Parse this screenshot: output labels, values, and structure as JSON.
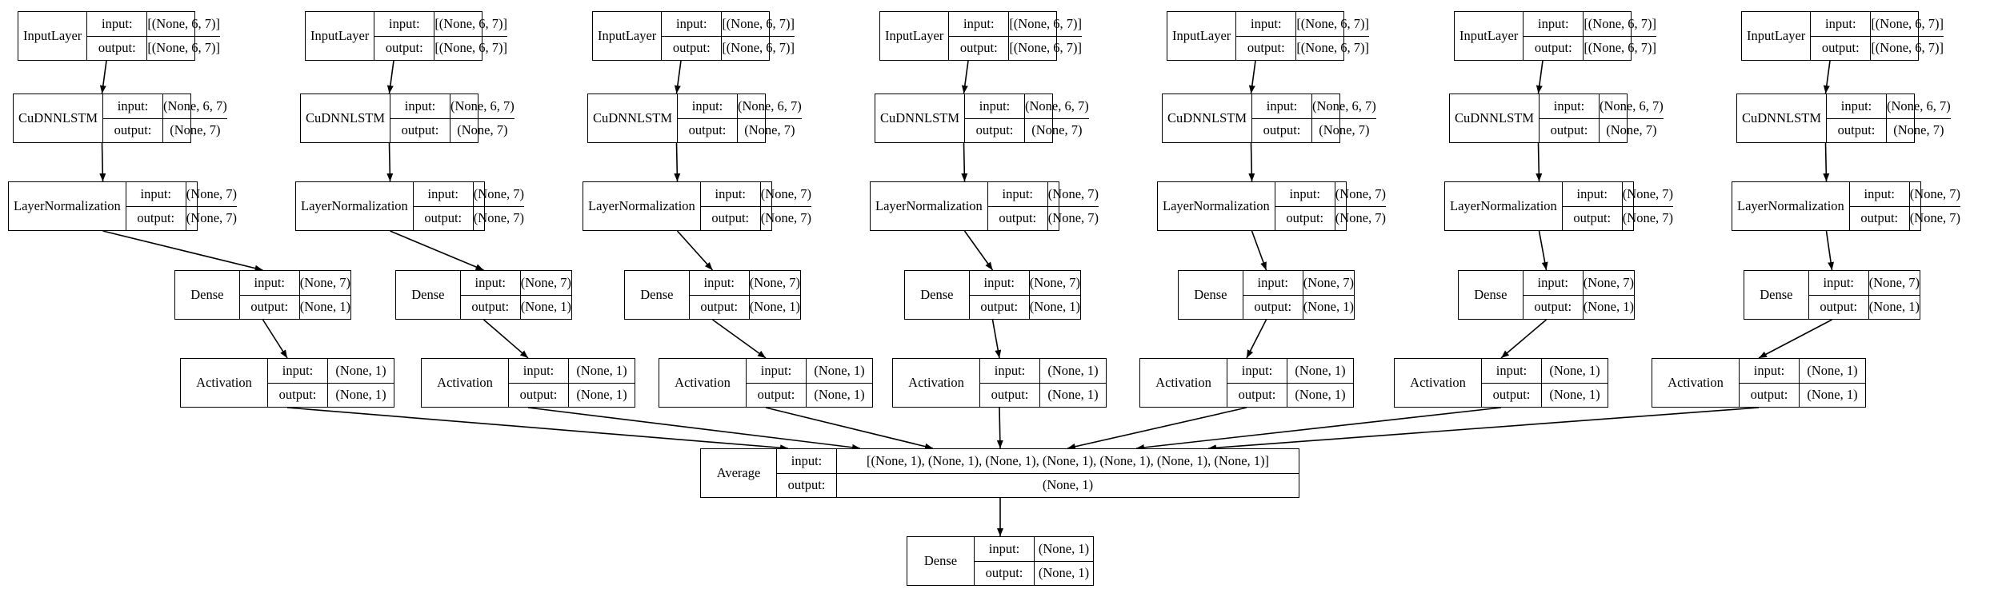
{
  "labels": {
    "input": "input:",
    "output": "output:"
  },
  "columns": [
    {
      "input_layer": {
        "name": "InputLayer",
        "input": "[(None, 6, 7)]",
        "output": "[(None, 6, 7)]"
      },
      "lstm": {
        "name": "CuDNNLSTM",
        "input": "(None, 6, 7)",
        "output": "(None, 7)"
      },
      "norm": {
        "name": "LayerNormalization",
        "input": "(None, 7)",
        "output": "(None, 7)"
      },
      "dense": {
        "name": "Dense",
        "input": "(None, 7)",
        "output": "(None, 1)"
      },
      "activation": {
        "name": "Activation",
        "input": "(None, 1)",
        "output": "(None, 1)"
      }
    },
    {
      "input_layer": {
        "name": "InputLayer",
        "input": "[(None, 6, 7)]",
        "output": "[(None, 6, 7)]"
      },
      "lstm": {
        "name": "CuDNNLSTM",
        "input": "(None, 6, 7)",
        "output": "(None, 7)"
      },
      "norm": {
        "name": "LayerNormalization",
        "input": "(None, 7)",
        "output": "(None, 7)"
      },
      "dense": {
        "name": "Dense",
        "input": "(None, 7)",
        "output": "(None, 1)"
      },
      "activation": {
        "name": "Activation",
        "input": "(None, 1)",
        "output": "(None, 1)"
      }
    },
    {
      "input_layer": {
        "name": "InputLayer",
        "input": "[(None, 6, 7)]",
        "output": "[(None, 6, 7)]"
      },
      "lstm": {
        "name": "CuDNNLSTM",
        "input": "(None, 6, 7)",
        "output": "(None, 7)"
      },
      "norm": {
        "name": "LayerNormalization",
        "input": "(None, 7)",
        "output": "(None, 7)"
      },
      "dense": {
        "name": "Dense",
        "input": "(None, 7)",
        "output": "(None, 1)"
      },
      "activation": {
        "name": "Activation",
        "input": "(None, 1)",
        "output": "(None, 1)"
      }
    },
    {
      "input_layer": {
        "name": "InputLayer",
        "input": "[(None, 6, 7)]",
        "output": "[(None, 6, 7)]"
      },
      "lstm": {
        "name": "CuDNNLSTM",
        "input": "(None, 6, 7)",
        "output": "(None, 7)"
      },
      "norm": {
        "name": "LayerNormalization",
        "input": "(None, 7)",
        "output": "(None, 7)"
      },
      "dense": {
        "name": "Dense",
        "input": "(None, 7)",
        "output": "(None, 1)"
      },
      "activation": {
        "name": "Activation",
        "input": "(None, 1)",
        "output": "(None, 1)"
      }
    },
    {
      "input_layer": {
        "name": "InputLayer",
        "input": "[(None, 6, 7)]",
        "output": "[(None, 6, 7)]"
      },
      "lstm": {
        "name": "CuDNNLSTM",
        "input": "(None, 6, 7)",
        "output": "(None, 7)"
      },
      "norm": {
        "name": "LayerNormalization",
        "input": "(None, 7)",
        "output": "(None, 7)"
      },
      "dense": {
        "name": "Dense",
        "input": "(None, 7)",
        "output": "(None, 1)"
      },
      "activation": {
        "name": "Activation",
        "input": "(None, 1)",
        "output": "(None, 1)"
      }
    },
    {
      "input_layer": {
        "name": "InputLayer",
        "input": "[(None, 6, 7)]",
        "output": "[(None, 6, 7)]"
      },
      "lstm": {
        "name": "CuDNNLSTM",
        "input": "(None, 6, 7)",
        "output": "(None, 7)"
      },
      "norm": {
        "name": "LayerNormalization",
        "input": "(None, 7)",
        "output": "(None, 7)"
      },
      "dense": {
        "name": "Dense",
        "input": "(None, 7)",
        "output": "(None, 1)"
      },
      "activation": {
        "name": "Activation",
        "input": "(None, 1)",
        "output": "(None, 1)"
      }
    },
    {
      "input_layer": {
        "name": "InputLayer",
        "input": "[(None, 6, 7)]",
        "output": "[(None, 6, 7)]"
      },
      "lstm": {
        "name": "CuDNNLSTM",
        "input": "(None, 6, 7)",
        "output": "(None, 7)"
      },
      "norm": {
        "name": "LayerNormalization",
        "input": "(None, 7)",
        "output": "(None, 7)"
      },
      "dense": {
        "name": "Dense",
        "input": "(None, 7)",
        "output": "(None, 1)"
      },
      "activation": {
        "name": "Activation",
        "input": "(None, 1)",
        "output": "(None, 1)"
      }
    }
  ],
  "average": {
    "name": "Average",
    "input": "[(None, 1), (None, 1), (None, 1), (None, 1), (None, 1), (None, 1), (None, 1)]",
    "output": "(None, 1)"
  },
  "final_dense": {
    "name": "Dense",
    "input": "(None, 1)",
    "output": "(None, 1)"
  },
  "colors": {
    "stroke": "#000000",
    "background": "#ffffff"
  }
}
